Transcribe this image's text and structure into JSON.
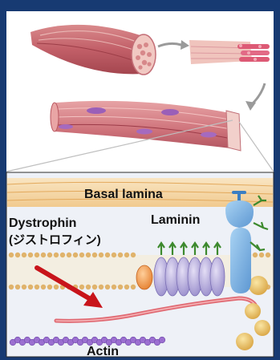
{
  "labels": {
    "basal_lamina": "Basal lamina",
    "laminin": "Laminin",
    "dystrophin_line1": "Dystrophin",
    "dystrophin_line2": "(ジストロフィン)",
    "actin": "Actin"
  },
  "colors": {
    "frame": "#173a72",
    "panel_top": "#ffffff",
    "panel_bottom": "#eef1f7",
    "muscle": "#c96b72",
    "muscle_light": "#e8a9a6",
    "lamina": "#f3c989",
    "membrane_purple": "#a9a2d3",
    "protein_blue": "#77aee0",
    "orange": "#f08a4b",
    "beads": "#c98fd1",
    "green": "#4c9a3b",
    "arrow": "#c8141b",
    "dystrophin": "#d95c66",
    "actin": "#7a4fb0"
  }
}
